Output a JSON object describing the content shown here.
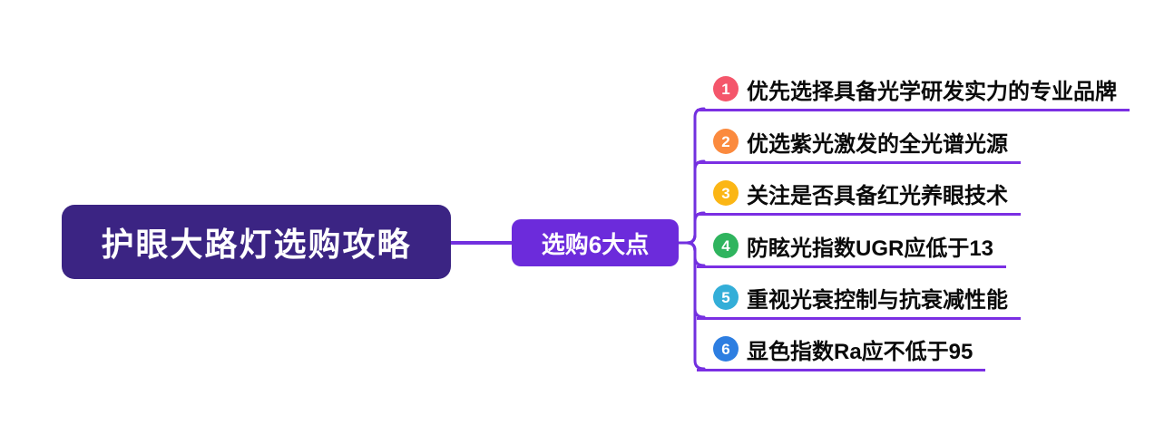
{
  "root": {
    "title": "护眼大路灯选购攻略"
  },
  "hub": {
    "label": "选购6大点"
  },
  "branches": [
    {
      "num": "1",
      "label": "优先选择具备光学研发实力的专业品牌",
      "badge_color": "#F4566B"
    },
    {
      "num": "2",
      "label": "优选紫光激发的全光谱光源",
      "badge_color": "#FB8A3E"
    },
    {
      "num": "3",
      "label": "关注是否具备红光养眼技术",
      "badge_color": "#FBB615"
    },
    {
      "num": "4",
      "label": "防眩光指数UGR应低于13",
      "badge_color": "#2FB45E"
    },
    {
      "num": "5",
      "label": "重视光衰控制与抗衰减性能",
      "badge_color": "#33AED8"
    },
    {
      "num": "6",
      "label": "显色指数Ra应不低于95",
      "badge_color": "#2D7EE1"
    }
  ],
  "colors": {
    "background": "#FFFFFF",
    "central_fill": "#3B2483",
    "hub_fill": "#6C2BDB",
    "connector": "#7230DF",
    "underline": "#7B2FE3",
    "branch_text": "#0A0A0A",
    "node_text": "#FFFFFF"
  }
}
